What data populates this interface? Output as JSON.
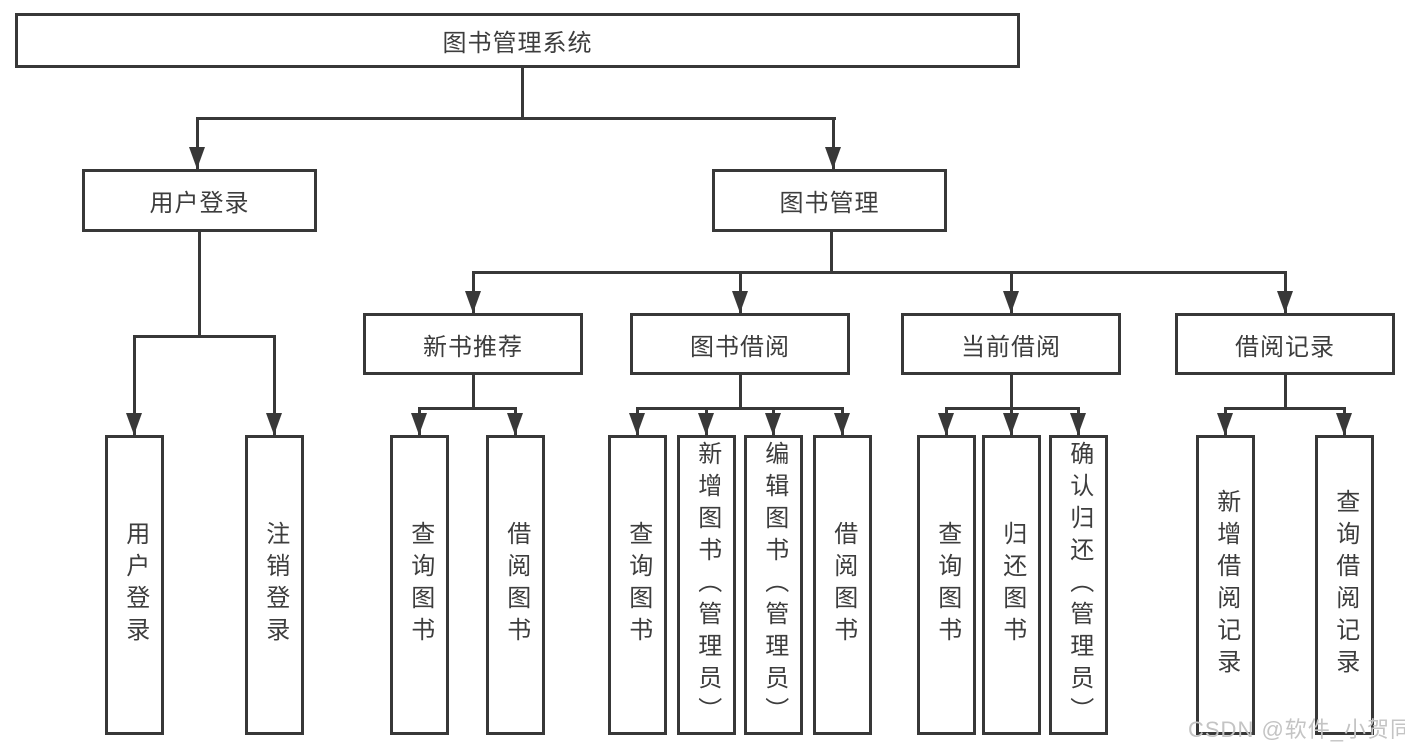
{
  "diagram": {
    "title": "图书管理系统",
    "branches": [
      {
        "label": "用户登录",
        "children": [
          "用户登录",
          "注销登录"
        ]
      },
      {
        "label": "图书管理",
        "sections": [
          {
            "label": "新书推荐",
            "children": [
              "查询图书",
              "借阅图书"
            ]
          },
          {
            "label": "图书借阅",
            "children": [
              "查询图书",
              "新增图书（管理员）",
              "编辑图书（管理员）",
              "借阅图书"
            ]
          },
          {
            "label": "当前借阅",
            "children": [
              "查询图书",
              "归还图书",
              "确认归还（管理员）"
            ]
          },
          {
            "label": "借阅记录",
            "children": [
              "新增借阅记录",
              "查询借阅记录"
            ]
          }
        ]
      }
    ]
  },
  "watermark": {
    "text": "CSDN @软件_小贺同学"
  },
  "colors": {
    "line": "#383838",
    "text": "#3d3d3d",
    "watermark": "#c4c4c4",
    "background": "#ffffff"
  }
}
